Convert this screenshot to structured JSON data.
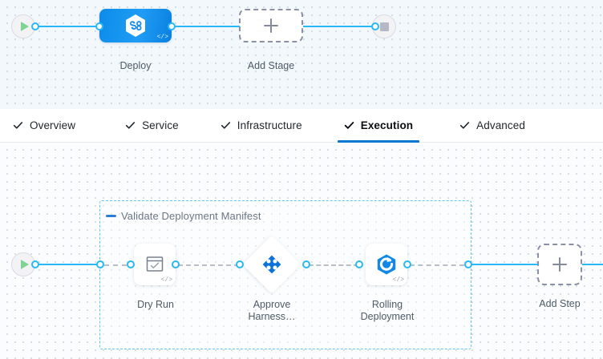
{
  "pipeline_canvas": {
    "start_node": {
      "name": "start-node",
      "icon": "play-icon"
    },
    "end_node": {
      "name": "end-node",
      "icon": "stop-icon"
    },
    "stages": [
      {
        "label": "Deploy",
        "icon": "harness-hexagon-icon",
        "badge": "</>",
        "selected": true
      },
      {
        "label": "Add Stage",
        "icon": "plus-icon",
        "selected": false
      }
    ]
  },
  "tabs": [
    {
      "label": "Overview",
      "icon": "check-icon",
      "active": false
    },
    {
      "label": "Service",
      "icon": "check-icon",
      "active": false
    },
    {
      "label": "Infrastructure",
      "icon": "check-icon",
      "active": false
    },
    {
      "label": "Execution",
      "icon": "check-icon",
      "active": true
    },
    {
      "label": "Advanced",
      "icon": "check-icon",
      "active": false
    }
  ],
  "execution_canvas": {
    "start_node": {
      "name": "execution-start-node",
      "icon": "play-icon"
    },
    "step_group": {
      "title": "Validate Deployment Manifest",
      "collapse_icon": "minus-icon"
    },
    "steps": [
      {
        "label": "Dry Run",
        "icon": "verify-window-icon",
        "badge": "</>",
        "shape": "square"
      },
      {
        "label": "Approve\nHarness…",
        "icon": "approval-clover-icon",
        "badge": "",
        "shape": "diamond"
      },
      {
        "label": "Rolling\nDeployment",
        "icon": "rolling-hexagon-icon",
        "badge": "</>",
        "shape": "square"
      }
    ],
    "add_step": {
      "label": "Add Step",
      "icon": "plus-icon"
    }
  },
  "colors": {
    "accent_blue": "#0678d4",
    "link_blue": "#27b8f5",
    "group_border": "#5fc8f2",
    "stage_blue": "#1b8ee8",
    "start_green": "#7ed492"
  }
}
